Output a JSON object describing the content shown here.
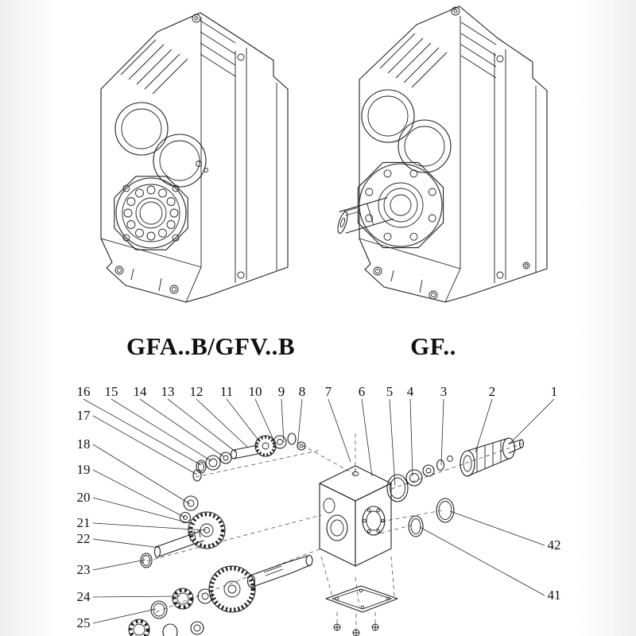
{
  "page": {
    "background": "#ffffff",
    "ink_color": "#1f1f1f"
  },
  "figures": {
    "left": {
      "label": "GFA..B/GFV..B"
    },
    "right": {
      "label": "GF.."
    }
  },
  "exploded": {
    "callouts": [
      {
        "n": "16"
      },
      {
        "n": "15"
      },
      {
        "n": "14"
      },
      {
        "n": "13"
      },
      {
        "n": "12"
      },
      {
        "n": "11"
      },
      {
        "n": "10"
      },
      {
        "n": "9"
      },
      {
        "n": "8"
      },
      {
        "n": "7"
      },
      {
        "n": "6"
      },
      {
        "n": "5"
      },
      {
        "n": "4"
      },
      {
        "n": "3"
      },
      {
        "n": "2"
      },
      {
        "n": "1"
      },
      {
        "n": "17"
      },
      {
        "n": "18"
      },
      {
        "n": "19"
      },
      {
        "n": "20"
      },
      {
        "n": "21"
      },
      {
        "n": "22"
      },
      {
        "n": "23"
      },
      {
        "n": "24"
      },
      {
        "n": "25"
      },
      {
        "n": "42"
      },
      {
        "n": "41"
      }
    ]
  }
}
